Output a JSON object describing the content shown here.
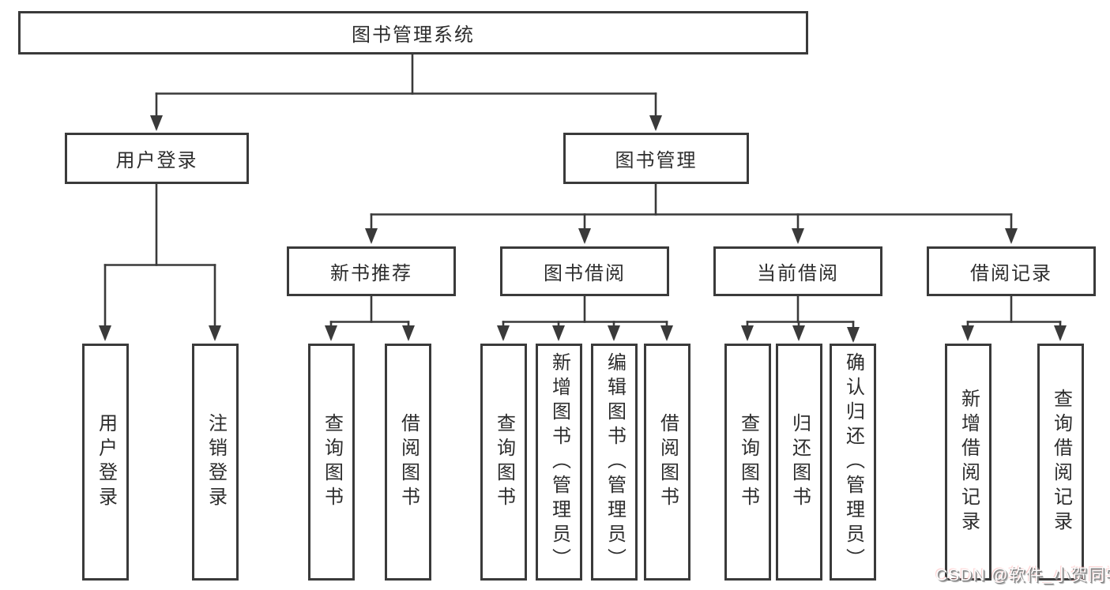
{
  "diagram": {
    "root": "图书管理系统",
    "level2": [
      "用户登录",
      "图书管理"
    ],
    "level3": [
      "新书推荐",
      "图书借阅",
      "当前借阅",
      "借阅记录"
    ],
    "leaves": [
      [
        "用户登录",
        "注销登录"
      ],
      [
        "查询图书",
        "借阅图书"
      ],
      [
        "查询图书",
        "新增图书（管理员）",
        "编辑图书（管理员）",
        "借阅图书"
      ],
      [
        "查询图书",
        "归还图书",
        "确认归还（管理员）"
      ],
      [
        "新增借阅记录",
        "查询借阅记录"
      ]
    ]
  },
  "watermark": "CSDN @软件_小贺同学",
  "colors": {
    "line": "#3a3a3a",
    "text": "#2d2d2d",
    "background": "#ffffff",
    "watermark_fill": "#fdfcfc",
    "watermark_shadow": "#9a9a9a"
  }
}
